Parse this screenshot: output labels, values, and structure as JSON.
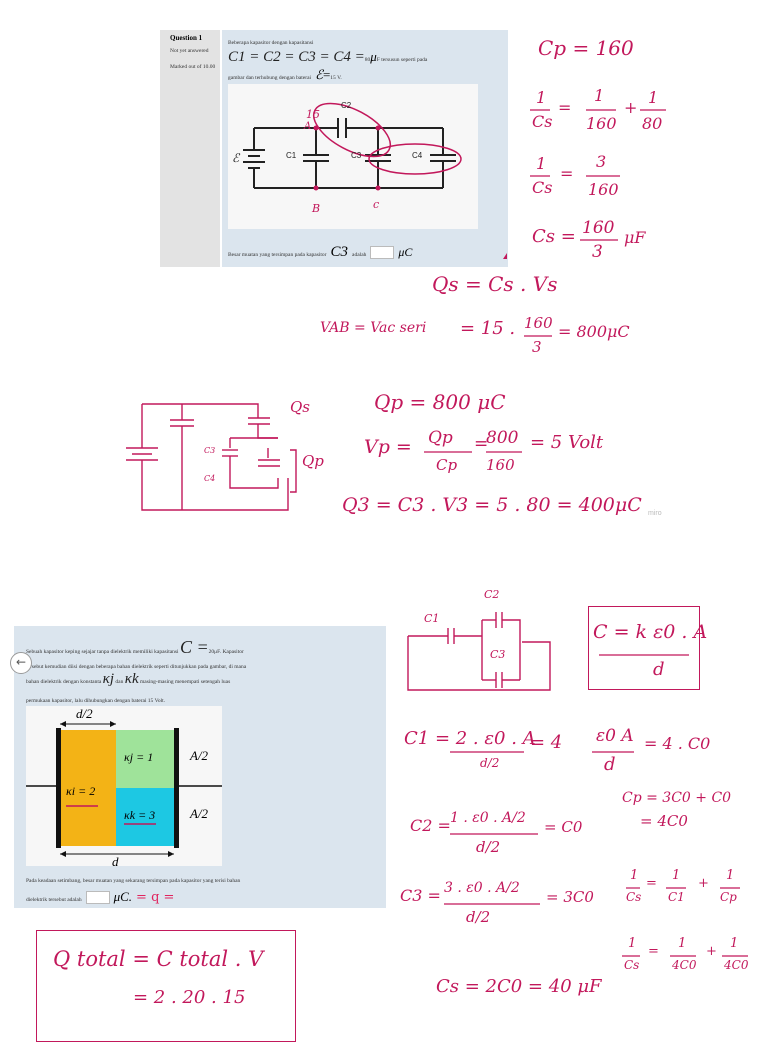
{
  "q1": {
    "heading": "Question 1",
    "status": "Not yet answered",
    "marked": "Marked out of 10.00",
    "intro": "Beberapa kapasitor dengan kapasitansi",
    "equation": "C1 = C2 = C3 = C4 =",
    "eq_value": "80",
    "eq_unit": "μ",
    "line1_tail": "F tersusun seperti pada",
    "line2_a": "gambar dan terhubung dengan baterai",
    "emf_symbol": "ℰ",
    "emf_eq": "=",
    "emf_value": "15 V.",
    "circuit": {
      "emf": "ℰ",
      "c1": "C1",
      "c2": "C2",
      "c3": "C3",
      "c4": "C4"
    },
    "question_a": "Besar muatan yang tersimpan pada kapasitor",
    "question_c": "C3",
    "question_b": "adalah",
    "answer_unit": "μC"
  },
  "q2": {
    "line1": "Sebuah kapasitor keping sejajar tanpa dielektrik memiliki kapasitansi",
    "c_symbol": "C =",
    "c_value": "20",
    "c_unit_tail": "μF. Kapasitor",
    "line2": "tersebut kemudian diisi dengan beberapa bahan dielektrik seperti ditunjukkan pada gambar, di mana",
    "line3_a": "bahan dielektrik dengan konstanta",
    "kj": "κj",
    "line3_b": "dan",
    "kk": "κk",
    "line3_c": "masing-masing menempati setengah luas",
    "line4": "permukaan kapasitor, lalu dihubungkan dengan baterai 15 Volt.",
    "figure": {
      "d_half": "d/2",
      "d": "d",
      "ki": "κi = 2",
      "kj": "κj = 1",
      "kk": "κk = 3",
      "a_top": "A/2",
      "a_bottom": "A/2"
    },
    "footer1": "Pada keadaan setimbang, besar muatan yang sekarang tersimpan pada kapasitor yang terisi bahan",
    "footer2": "dielektrik tersebut adalah",
    "answer_unit": "μC.",
    "note": "= q ="
  },
  "notes": {
    "circuit_labels": {
      "a": "A",
      "b": "B",
      "c": "c",
      "v15": "15"
    },
    "cp": "Cp = 160",
    "n1_l1": "1",
    "n1_l2": "Cs",
    "n1_eq": "=",
    "n1_r1t": "1",
    "n1_r1b": "160",
    "n1_plus": "+",
    "n1_r2t": "1",
    "n1_r2b": "80",
    "n2_l1": "1",
    "n2_l2": "Cs",
    "n2_eq": "=",
    "n2_rt": "3",
    "n2_rb": "160",
    "n3_l": "Cs =",
    "n3_t": "160",
    "n3_b": "3",
    "n3_u": "μF",
    "qs": "Qs = Cs . Vs",
    "vab": "VAB = Vac seri",
    "vab_calc_a": "= 15 .",
    "vab_calc_t": "160",
    "vab_calc_b": "3",
    "vab_calc_r": "= 800μC",
    "qs_label": "Qs",
    "qp_label": "Qp",
    "c3_small": "C3",
    "c4_small": "C4",
    "qp": "Qp = 800 μC",
    "vp_a": "Vp =",
    "vp_t1": "Qp",
    "vp_b1": "Cp",
    "vp_eq": "=",
    "vp_t2": "800",
    "vp_b2": "160",
    "vp_r": "= 5 Volt",
    "q3": "Q3 = C3 . V3 = 5 . 80 = 400μC",
    "miro": "miro",
    "c1": "C1",
    "c2": "C2",
    "c3": "C3",
    "formula": "C = k ε0 . A",
    "formula_d": "d",
    "c1calc_a": "C1 = 2 . ε0 . A",
    "c1calc_b": "d/2",
    "c1calc_c": "= 4",
    "c1calc_t": "ε0 A",
    "c1calc_d": "d",
    "c1calc_r": "= 4 . C0",
    "c2calc_a": "C2 =",
    "c2calc_t": "1 . ε0 . A/2",
    "c2calc_b": "d/2",
    "c2calc_r": "= C0",
    "c3calc_a": "C3 =",
    "c3calc_t": "3 . ε0 . A/2",
    "c3calc_b": "d/2",
    "c3calc_r": "= 3C0",
    "cp_a": "Cp = 3C0 + C0",
    "cp_b": "= 4C0",
    "s1_l": "1",
    "s1_lb": "Cs",
    "s1_eq": "=",
    "s1_t": "1",
    "s1_b": "C1",
    "s1_p": "+",
    "s1_t2": "1",
    "s1_b2": "Cp",
    "s2_l": "1",
    "s2_lb": "Cs",
    "s2_eq": "=",
    "s2_t": "1",
    "s2_b": "4C0",
    "s2_p": "+",
    "s2_t2": "1",
    "s2_b2": "4C0",
    "cs_final": "Cs = 2C0 = 40 μF",
    "qtotal": "Q total = C total . V",
    "qtotal2": "= 2 . 20 . 15"
  }
}
